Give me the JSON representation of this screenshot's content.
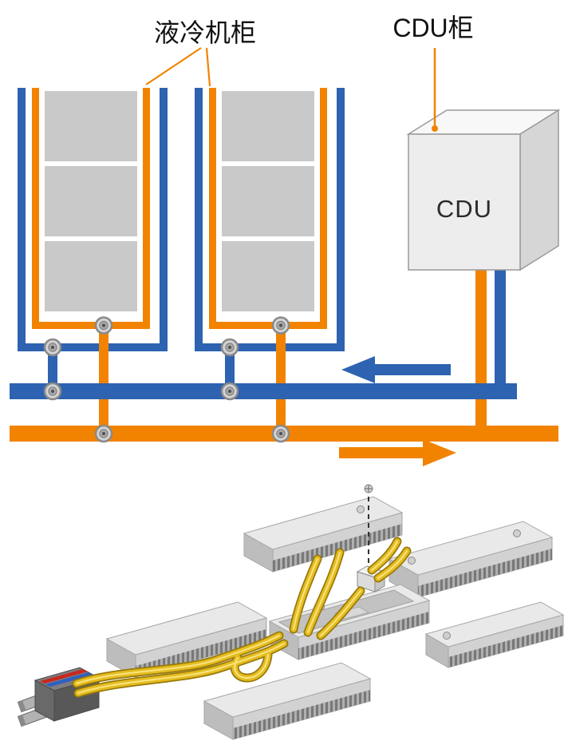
{
  "colors": {
    "pipe_blue": "#2d63b0",
    "pipe_orange": "#f28300",
    "server_gray": "#c9c9c9",
    "cdu_front": "#ededed",
    "cdu_top": "#f8f8f8",
    "cdu_side": "#d6d6d6",
    "hose_yellow": "#e6bd1f",
    "label_text": "#111111"
  },
  "diagram": {
    "labels": {
      "cooling_cabinet": "液冷机柜",
      "cdu_cabinet": "CDU柜",
      "cdu_box": "CDU"
    },
    "flow_arrows": [
      {
        "name": "blue-flow-arrow",
        "direction": "left"
      },
      {
        "name": "orange-flow-arrow",
        "direction": "right"
      }
    ],
    "cabinets": [
      {
        "name": "liquid-cooling-cabinet-1",
        "server_units": 3
      },
      {
        "name": "liquid-cooling-cabinet-2",
        "server_units": 3
      }
    ],
    "valve_count": 8
  }
}
